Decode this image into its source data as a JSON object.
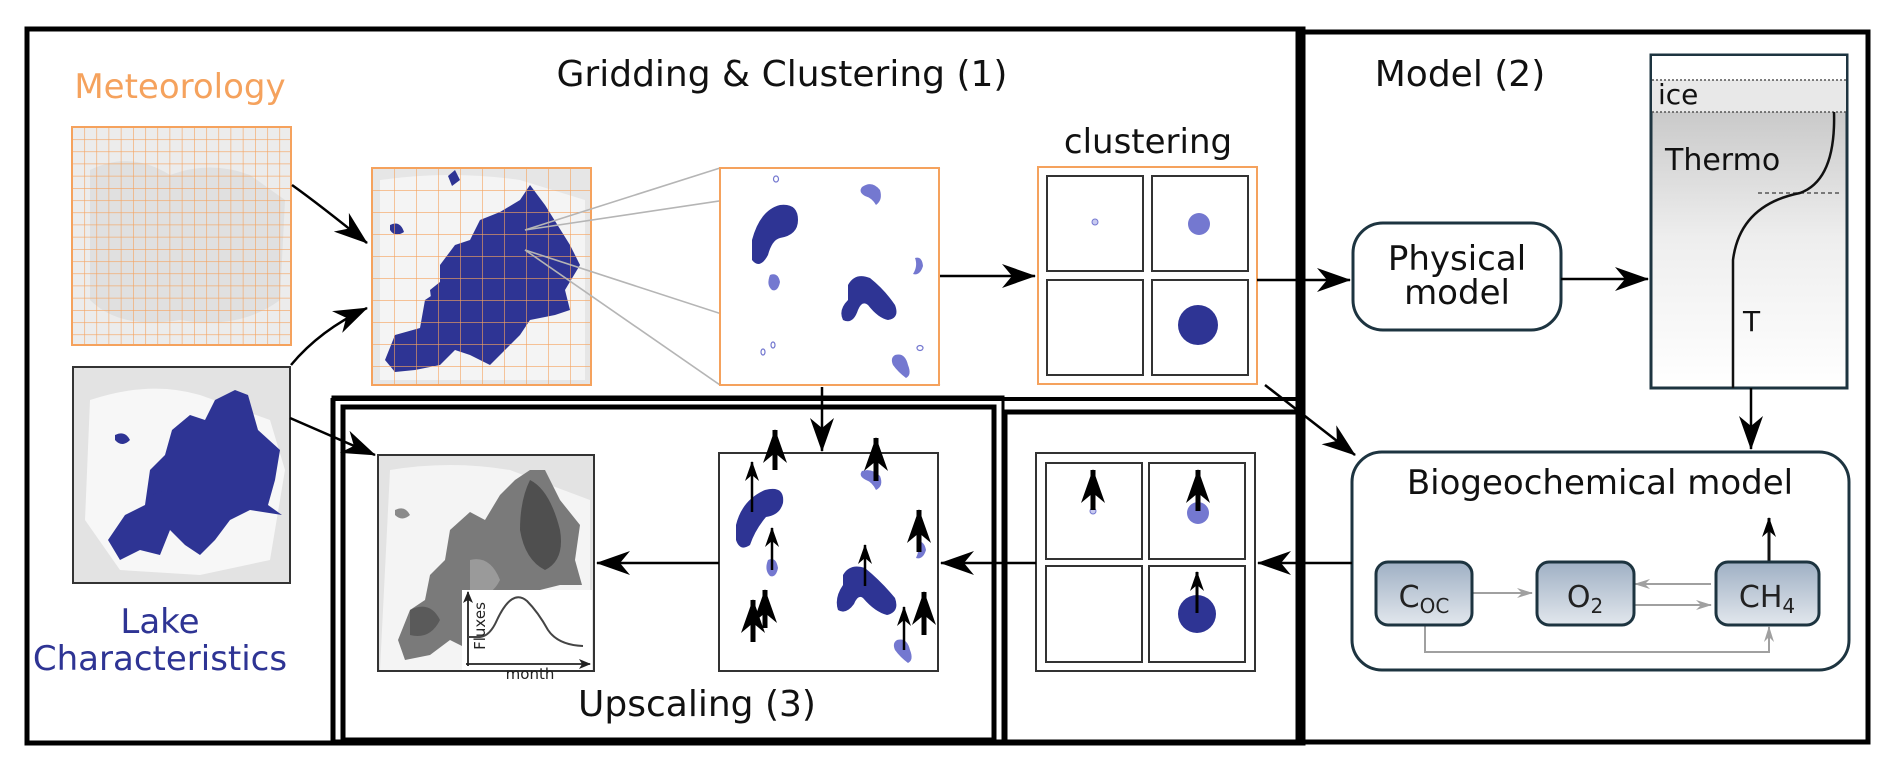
{
  "colors": {
    "orange": "#f5a25d",
    "navy": "#2e3494",
    "light_blue": "#7478d0",
    "land_gray": "#e3e3e3",
    "box_stroke": "#1d3440",
    "chem_fill_top": "#9fb0c4",
    "chem_fill_bottom": "#dde3ea",
    "gray_arrow": "#a0a0a0"
  },
  "panels": {
    "gridding": {
      "title": "Gridding & Clustering  (1)"
    },
    "model": {
      "title": "Model  (2)"
    },
    "upscaling": {
      "title": "Upscaling  (3)"
    }
  },
  "inputs": {
    "meteorology": {
      "label": "Meteorology"
    },
    "lake": {
      "label_line1": "Lake",
      "label_line2": "Characteristics"
    }
  },
  "clustering": {
    "label": "clustering"
  },
  "physical_model": {
    "line1": "Physical",
    "line2": "model"
  },
  "thermo_column": {
    "ice": "ice",
    "thermo": "Thermo",
    "temperature": "T"
  },
  "biogeochemical": {
    "title": "Biogeochemical model",
    "nodes": [
      {
        "base": "C",
        "sub": "OC"
      },
      {
        "base": "O",
        "sub": "2"
      },
      {
        "base": "CH",
        "sub": "4"
      }
    ]
  },
  "flux_inset": {
    "ylabel": "Fluxes",
    "xlabel": "month"
  }
}
